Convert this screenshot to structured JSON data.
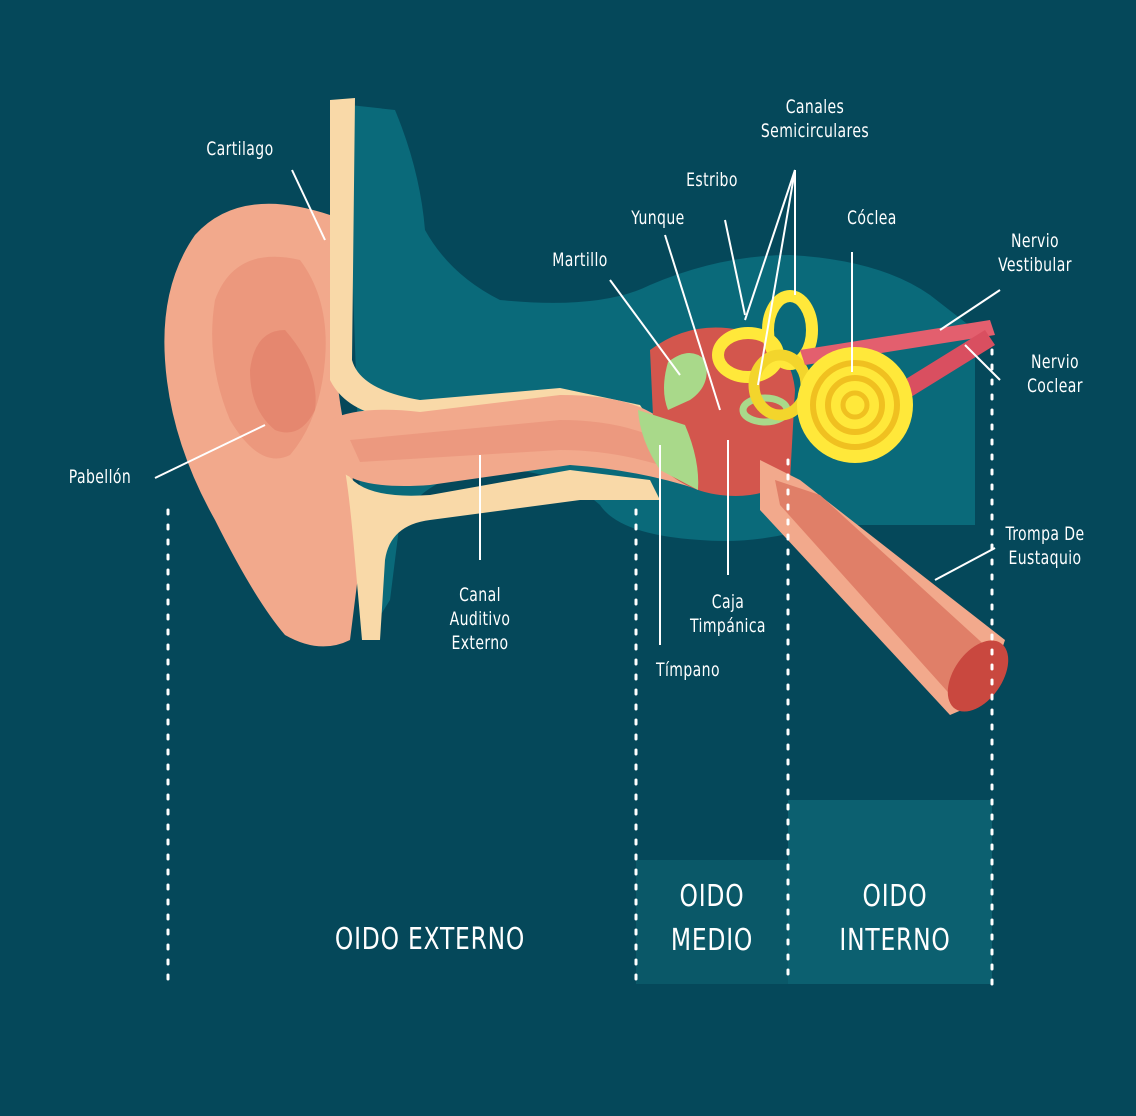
{
  "labels": {
    "cartilago": "Cartilago",
    "pabellon": "Pabellón",
    "canal_auditivo_externo": "Canal\nAuditivo\nExterno",
    "martillo": "Martillo",
    "yunque": "Yunque",
    "estribo": "Estribo",
    "canales_semicirculares": "Canales\nSemicirculares",
    "coclea": "Cóclea",
    "nervio_vestibular": "Nervio\nVestibular",
    "nervio_coclear": "Nervio\nCoclear",
    "trompa_de_eustaquio": "Trompa De\nEustaquio",
    "caja_timpanica": "Caja\nTimpánica",
    "timpano": "Tímpano"
  },
  "regions": {
    "oido_externo": "OIDO EXTERNO",
    "oido_medio": "OIDO\nMEDIO",
    "oido_interno": "OIDO\nINTERNO"
  },
  "colors": {
    "background": "#05485a",
    "skull_cavity": "#0a6a7a",
    "skin": "#f2a98c",
    "skin_dark": "#e07f68",
    "cartilage": "#f9d9a8",
    "canal_red": "#d3564d",
    "tympanum": "#a9d98a",
    "cochlea": "#ffe83a",
    "nerve": "#e35f6e",
    "text": "#ffffff"
  }
}
